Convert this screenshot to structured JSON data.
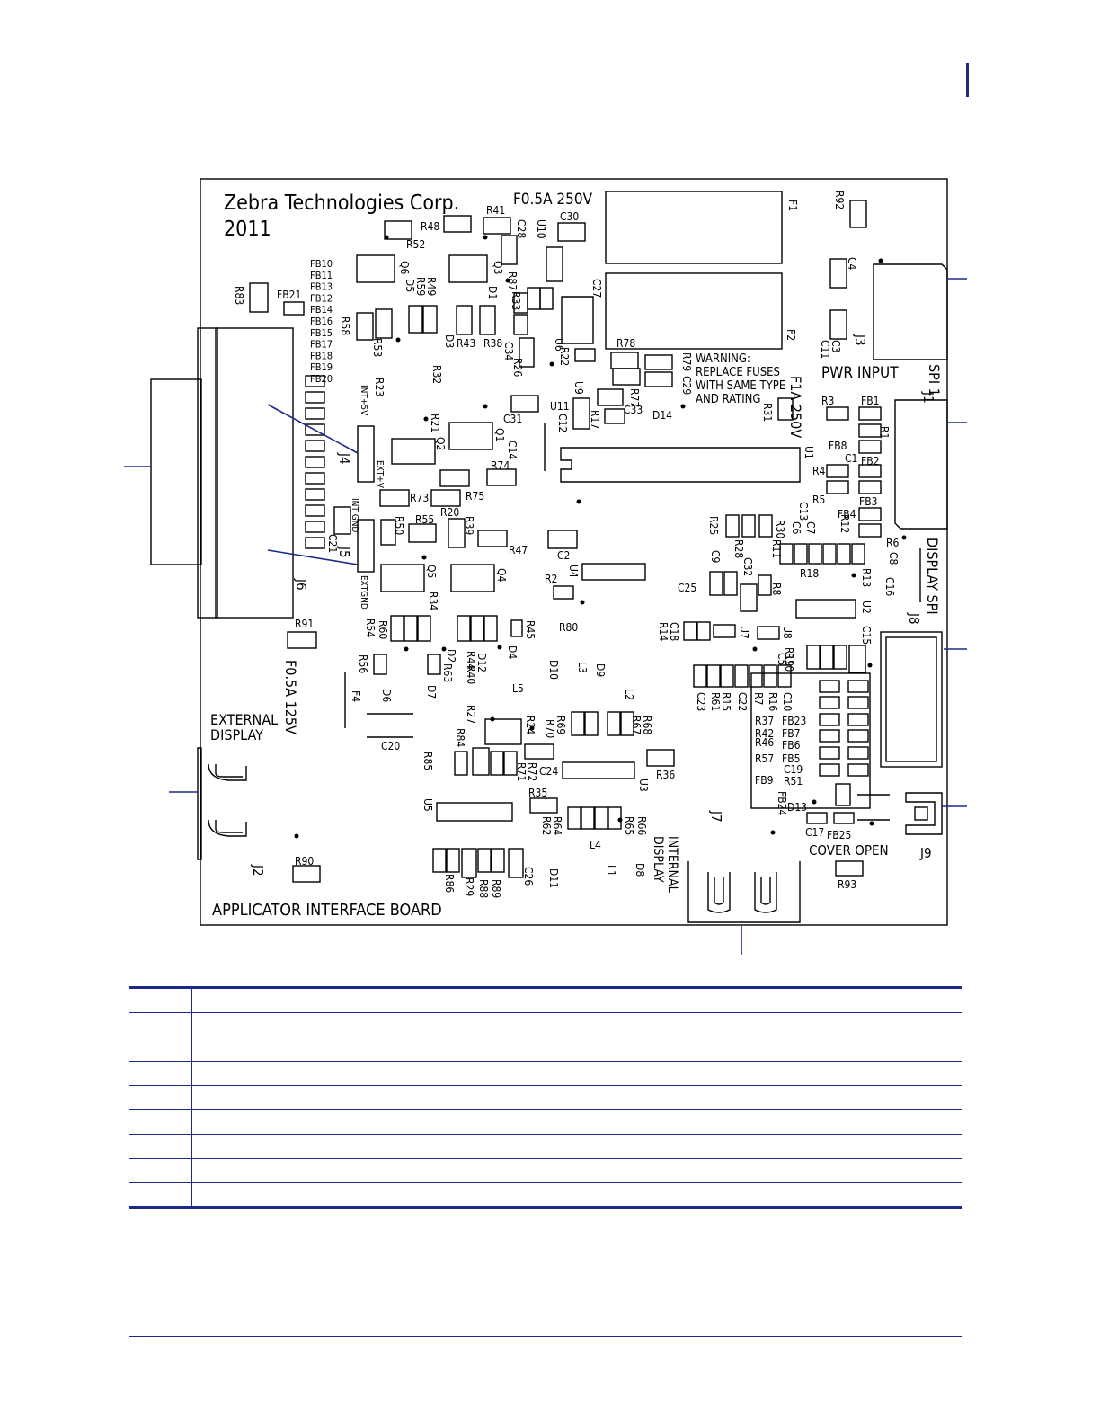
{
  "board": {
    "company": "Zebra Technologies Corp.",
    "year": "2011",
    "board_name": "APPLICATOR INTERFACE BOARD",
    "warning_lines": [
      "WARNING:",
      "REPLACE FUSES",
      "WITH SAME TYPE",
      "AND RATING"
    ],
    "fuse_top": "F0.5A 250V",
    "fuse_right": "F1A 250V",
    "fuse_left": "F0.5A 125V",
    "external_display": [
      "EXTERNAL",
      "DISPLAY"
    ],
    "internal_display": [
      "INTERNAL",
      "DISPLAY"
    ],
    "pwr_input": "PWR INPUT",
    "cover_open": "COVER OPEN",
    "spi1": "SPI 1",
    "display_spi": "DISPLAY SPI",
    "jumper_int5v": "INT+5V",
    "jumper_extv": "EXT+V",
    "jumper_intgnd": "INT GND",
    "jumper_extgnd": "EXTGND",
    "fb_column": [
      "FB10",
      "FB11",
      "FB13",
      "FB12",
      "FB14",
      "FB16",
      "FB15",
      "FB17",
      "FB18",
      "FB19",
      "FB20"
    ],
    "connectors": [
      "J1",
      "J2",
      "J3",
      "J4",
      "J5",
      "J6",
      "J7",
      "J8",
      "J9"
    ],
    "component_labels": [
      "R48",
      "R41",
      "R52",
      "C28",
      "U10",
      "C30",
      "F1",
      "R92",
      "Q6",
      "Q3",
      "R87",
      "D5",
      "R59",
      "R49",
      "D1",
      "R33",
      "C27",
      "F2",
      "C4",
      "R83",
      "FB21",
      "R58",
      "R53",
      "D3",
      "R43",
      "R38",
      "C34",
      "R26",
      "U6",
      "R22",
      "R78",
      "C3",
      "C11",
      "R23",
      "R32",
      "U9",
      "R79",
      "C29",
      "R77",
      "C33",
      "D14",
      "R31",
      "R3",
      "FB1",
      "R21",
      "Q2",
      "Q1",
      "C31",
      "U11",
      "C12",
      "R17",
      "FB8",
      "R1",
      "C14",
      "R74",
      "U1",
      "C1",
      "FB2",
      "R4",
      "R73",
      "R75",
      "R20",
      "R39",
      "R55",
      "R50",
      "R5",
      "C13",
      "FB3",
      "FB4",
      "R25",
      "R28",
      "R30",
      "C6",
      "C7",
      "R12",
      "R47",
      "C2",
      "C21",
      "Q5",
      "Q4",
      "U4",
      "C9",
      "C32",
      "R11",
      "R18",
      "R6",
      "R13",
      "C16",
      "C8",
      "R34",
      "R2",
      "R8",
      "C25",
      "U2",
      "R91",
      "R54",
      "R60",
      "R45",
      "R80",
      "R14",
      "C18",
      "U7",
      "U8",
      "C15",
      "R56",
      "D2",
      "R63",
      "R44",
      "D12",
      "R40",
      "D4",
      "R19",
      "R10",
      "C5",
      "D10",
      "L3",
      "D9",
      "L2",
      "D6",
      "D7",
      "L5",
      "R27",
      "R84",
      "R24",
      "R69",
      "R70",
      "R68",
      "R67",
      "C23",
      "R61",
      "R15",
      "C22",
      "R7",
      "R16",
      "C10",
      "R37",
      "FB23",
      "R42",
      "FB7",
      "R46",
      "FB6",
      "R57",
      "FB5",
      "C19",
      "FB9",
      "R51",
      "FB24",
      "D13",
      "C20",
      "R85",
      "C24",
      "R72",
      "R71",
      "U3",
      "R36",
      "R35",
      "U5",
      "R64",
      "R62",
      "R65",
      "R66",
      "D8",
      "C17",
      "FB25",
      "R90",
      "R86",
      "R29",
      "R88",
      "R89",
      "C26",
      "D11",
      "L4",
      "L1",
      "R93",
      "F4"
    ]
  },
  "legend_rows": [
    {
      "num": "",
      "text": ""
    },
    {
      "num": "",
      "text": ""
    },
    {
      "num": "",
      "text": ""
    },
    {
      "num": "",
      "text": ""
    },
    {
      "num": "",
      "text": ""
    },
    {
      "num": "",
      "text": ""
    },
    {
      "num": "",
      "text": ""
    },
    {
      "num": "",
      "text": ""
    },
    {
      "num": "",
      "text": ""
    }
  ],
  "colors": {
    "rule": "#1b2a8a",
    "ink": "#000000",
    "background": "#ffffff"
  }
}
